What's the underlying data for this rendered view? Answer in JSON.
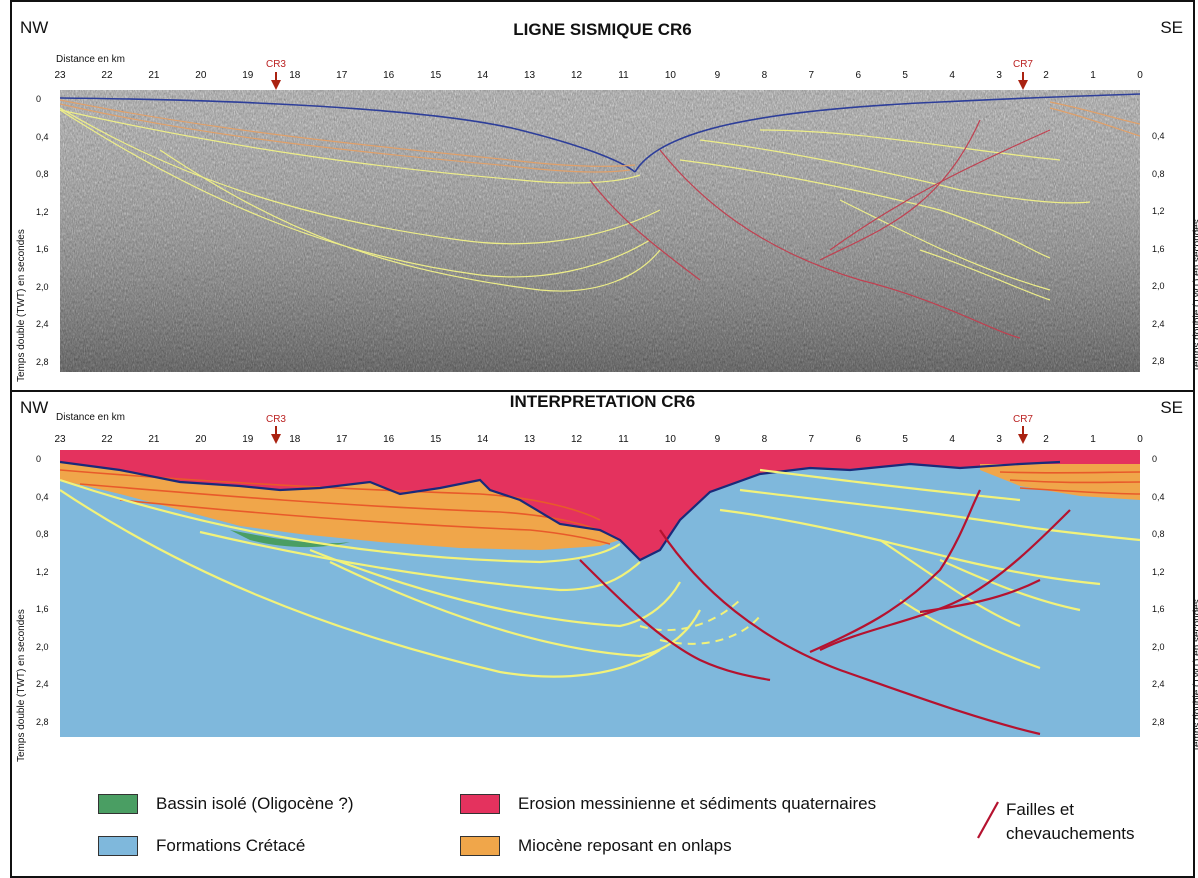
{
  "top_panel": {
    "title": "LIGNE SISMIQUE CR6",
    "orient_left": "NW",
    "orient_right": "SE",
    "distance_label": "Distance en km",
    "well_left": "CR3",
    "well_right": "CR7"
  },
  "bottom_panel": {
    "title": "INTERPRETATION CR6",
    "orient_left": "NW",
    "orient_right": "SE",
    "distance_label": "Distance en km",
    "well_left": "CR3",
    "well_right": "CR7"
  },
  "axes": {
    "x_ticks": [
      "23",
      "22",
      "21",
      "20",
      "19",
      "18",
      "17",
      "16",
      "15",
      "14",
      "13",
      "12",
      "11",
      "10",
      "9",
      "8",
      "7",
      "6",
      "5",
      "4",
      "3",
      "2",
      "1",
      "0"
    ],
    "y_ticks_left": [
      "0",
      "0,4",
      "0,8",
      "1,2",
      "1,6",
      "2,0",
      "2,4",
      "2,8"
    ],
    "y_ticks_right": [
      "0,4",
      "0,8",
      "1,2",
      "1,6",
      "2,0",
      "2,4",
      "2,8"
    ],
    "y_ticks_right_bottom": [
      "0",
      "0,4",
      "0,8",
      "1,2",
      "1,6",
      "2,0",
      "2,4",
      "2,8"
    ],
    "y_label": "Temps double (TWT) en secondes"
  },
  "legend": {
    "items": [
      {
        "label": "Bassin isolé (Oligocène ?)",
        "color": "#4a9e63"
      },
      {
        "label": "Formations Crétacé",
        "color": "#7fb8dc"
      },
      {
        "label": "Erosion messinienne et sédiments quaternaires",
        "color": "#e4325e"
      },
      {
        "label": "Miocène reposant en onlaps",
        "color": "#f0a64a"
      }
    ],
    "fault_label_line1": "Failles et",
    "fault_label_line2": "chevauchements",
    "fault_color": "#b5122f"
  },
  "colors": {
    "horizon_yellow": "#f2f27a",
    "miocene_line": "#e85a2a",
    "erosion_surface": "#1a2a7a"
  }
}
